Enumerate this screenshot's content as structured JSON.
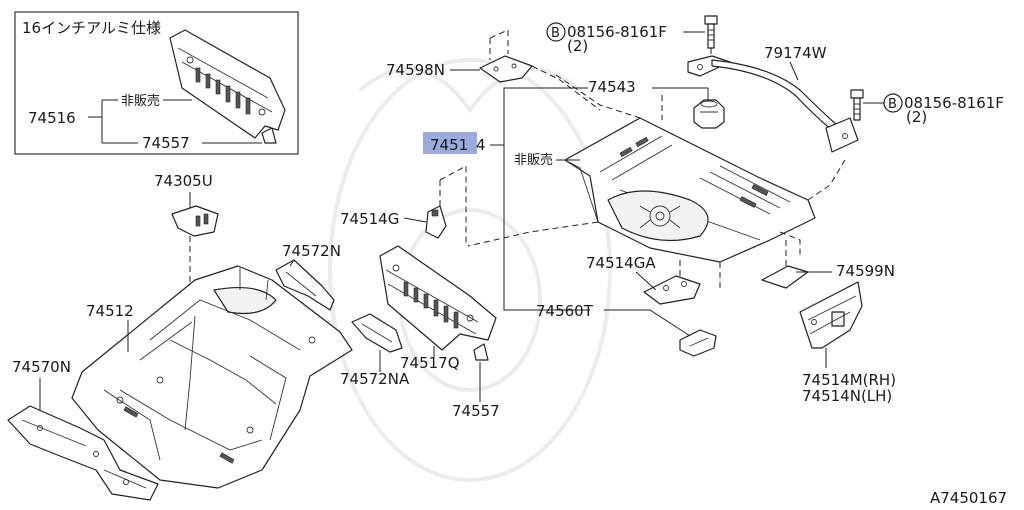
{
  "inset": {
    "title": "16インチアルミ仕様",
    "labels": {
      "p74516": "74516",
      "not_for_sale": "非販売",
      "p74557": "74557"
    }
  },
  "labels": {
    "p74598N": "74598N",
    "bolt_top_code": "08156-8161F",
    "bolt_top_qty": "(2)",
    "p79174W": "79174W",
    "p74543": "74543",
    "bolt_right_code": "08156-8161F",
    "bolt_right_qty": "(2)",
    "p74514_a": "7451",
    "p74514_b": "4",
    "not_for_sale": "非販売",
    "p74305U": "74305U",
    "p74514G": "74514G",
    "p74572N": "74572N",
    "p74512": "74512",
    "p74514GA": "74514GA",
    "p74599N": "74599N",
    "p74560T": "74560T",
    "p74570N": "74570N",
    "p74517Q": "74517Q",
    "p74572NA": "74572NA",
    "p74514M": "74514M(RH)",
    "p74514N": "74514N(LH)",
    "p74557": "74557",
    "bolt_badge": "B"
  },
  "footer": {
    "diagram_code": "A7450167"
  },
  "highlight": {
    "part": "74514",
    "color": "#8c9bd6"
  }
}
